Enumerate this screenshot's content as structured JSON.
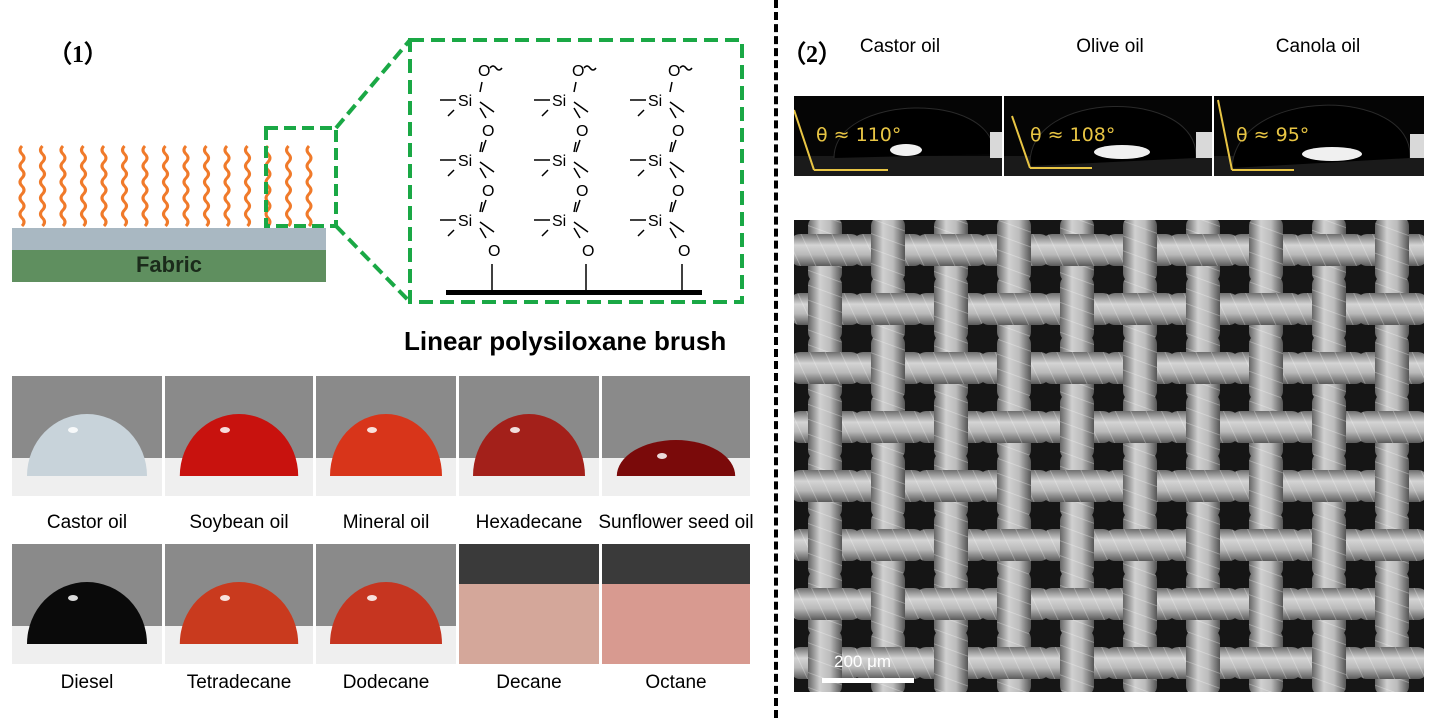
{
  "panel1": {
    "label": "（1）",
    "fabric_label": "Fabric",
    "brush_caption": "Linear polysiloxane brush",
    "si_label": "Si",
    "o_label": "O",
    "drops_row1": [
      {
        "name": "Castor oil",
        "color": "#c8d3da"
      },
      {
        "name": "Soybean oil",
        "color": "#c8120e"
      },
      {
        "name": "Mineral oil",
        "color": "#d8351a"
      },
      {
        "name": "Hexadecane",
        "color": "#a3201a"
      },
      {
        "name": "Sunflower seed oil",
        "color": "#7a0a0a"
      }
    ],
    "drops_row2": [
      {
        "name": "Diesel",
        "color": "#0a0a0a"
      },
      {
        "name": "Tetradecane",
        "color": "#c93a1e"
      },
      {
        "name": "Dodecane",
        "color": "#c63520"
      },
      {
        "name": "Decane",
        "color": "#d4a79a"
      },
      {
        "name": "Octane",
        "color": "#d89a90"
      }
    ]
  },
  "panel2": {
    "label": "（2）",
    "contact_angles": [
      {
        "oil": "Castor oil",
        "angle": "θ ≈ 110°"
      },
      {
        "oil": "Olive oil",
        "angle": "θ ≈ 108°"
      },
      {
        "oil": "Canola oil",
        "angle": "θ ≈ 95°"
      }
    ],
    "scale_bar": "200 μm"
  },
  "colors": {
    "brush_orange": "#f07a2a",
    "substrate_gray": "#a9b8c2",
    "fabric_green": "#5f8f5f",
    "zoom_green": "#1aa845",
    "angle_yellow": "#e8c544"
  }
}
